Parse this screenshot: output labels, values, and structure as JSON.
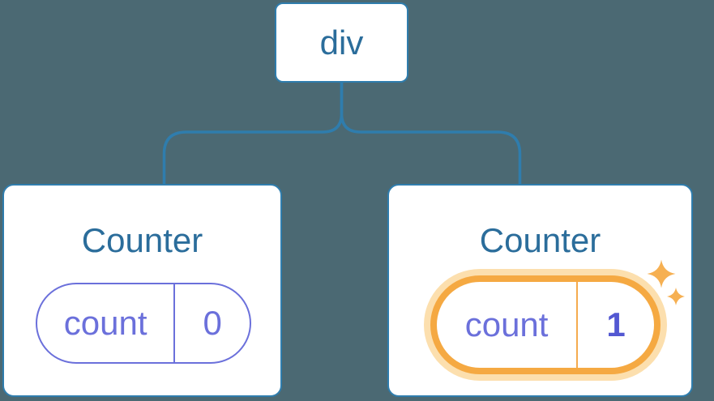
{
  "diagram": {
    "root": {
      "label": "div"
    },
    "cards": [
      {
        "title": "Counter",
        "state": {
          "key": "count",
          "value": "0"
        },
        "highlighted": false
      },
      {
        "title": "Counter",
        "state": {
          "key": "count",
          "value": "1"
        },
        "highlighted": true
      }
    ]
  },
  "icons": {
    "sparkle_large": "sparkle-icon",
    "sparkle_small": "sparkle-icon"
  },
  "colors": {
    "bg": "#4b6973",
    "blue": "#2f7dad",
    "text-blue": "#2b6d9b",
    "purple": "#6b70db",
    "purple-bold": "#5358d2",
    "orange": "#f5a942",
    "orange-mid": "#f5ab4e",
    "orange-glow": "#fcdfae",
    "orange-spark": "#f6b052",
    "card-bg": "#ffffff"
  }
}
